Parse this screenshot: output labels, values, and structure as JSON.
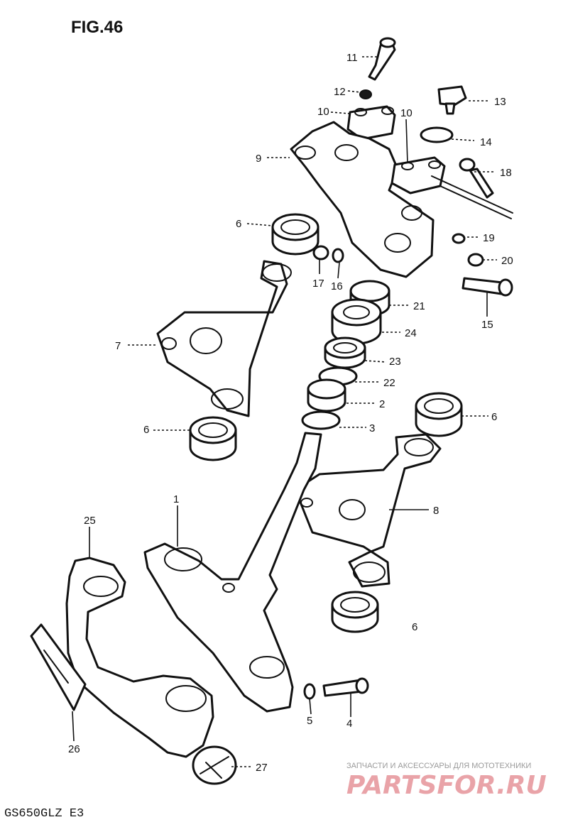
{
  "figure": {
    "title": "FIG.46",
    "model": "GS650GLZ  E3"
  },
  "callouts": {
    "c1": "1",
    "c2": "2",
    "c3": "3",
    "c4": "4",
    "c5": "5",
    "c6a": "6",
    "c6b": "6",
    "c6c": "6",
    "c6d": "6",
    "c7": "7",
    "c8": "8",
    "c9": "9",
    "c10a": "10",
    "c10b": "10",
    "c11": "11",
    "c12": "12",
    "c13": "13",
    "c14": "14",
    "c15": "15",
    "c16": "16",
    "c17": "17",
    "c18": "18",
    "c19": "19",
    "c20": "20",
    "c21": "21",
    "c22": "22",
    "c23": "23",
    "c24": "24",
    "c25": "25",
    "c26": "26",
    "c27": "27"
  },
  "watermark": {
    "tagline": "ЗАПЧАСТИ И АКСЕССУАРЫ ДЛЯ МОТОТЕХНИКИ",
    "brand": "PARTSFOR.RU",
    "color": "#e9a3a8"
  }
}
